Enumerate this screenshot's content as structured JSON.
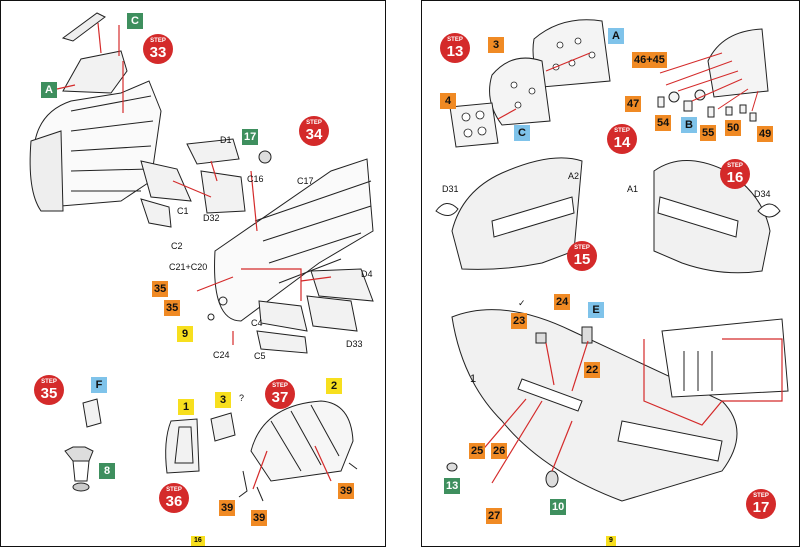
{
  "left_page": {
    "page_number": "16",
    "steps": [
      "33",
      "34",
      "35",
      "36",
      "37"
    ],
    "step_word": "STEP",
    "labels": [
      "D1",
      "C1",
      "C2",
      "D32",
      "C16",
      "C17",
      "C21+C20",
      "D4",
      "C4",
      "C5",
      "D33",
      "C24"
    ],
    "tags": {
      "a": "A",
      "c": "C",
      "n17": "17",
      "n35a": "35",
      "n35b": "35",
      "n9": "9",
      "f": "F",
      "n8": "8",
      "n1": "1",
      "n3": "3",
      "q": "?",
      "n2": "2",
      "n39a": "39",
      "n39b": "39",
      "n39c": "39"
    }
  },
  "right_page": {
    "page_number": "9",
    "steps": [
      "13",
      "14",
      "15",
      "16",
      "17"
    ],
    "step_word": "STEP",
    "labels": [
      "A2",
      "A1",
      "D31",
      "D34",
      "1"
    ],
    "tags": {
      "n3": "3",
      "a": "A",
      "n4": "4",
      "c": "C",
      "n4645": "46+45",
      "n47": "47",
      "n54": "54",
      "b": "B",
      "n55": "55",
      "n50": "50",
      "n49": "49",
      "n24": "24",
      "n23": "23",
      "e": "E",
      "n22": "22",
      "n25": "25",
      "n26": "26",
      "n13": "13",
      "n10": "10",
      "n27": "27",
      "check": "✓"
    }
  },
  "colors": {
    "step": "#d42a2a",
    "orange": "#f08a24",
    "yellow": "#f7df1e",
    "green": "#3e8f5e",
    "blue": "#7fc3ea"
  }
}
